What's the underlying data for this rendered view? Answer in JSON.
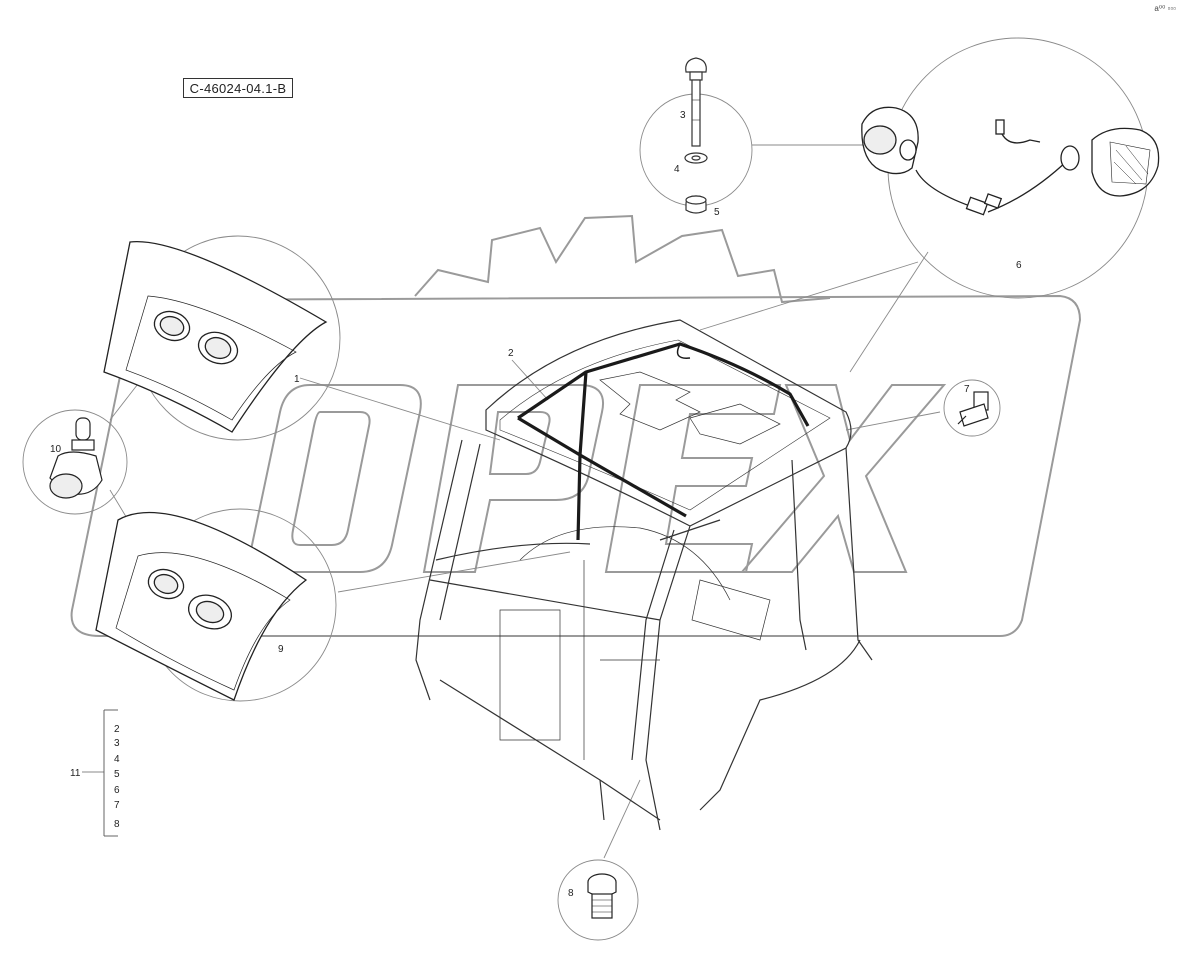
{
  "drawing": {
    "reference": "C-46024-04.1-B",
    "corner_mark": "a⁰⁰ ▫▫▫",
    "watermark": "OPEX"
  },
  "callouts": {
    "c1": "1",
    "c2": "2",
    "c3": "3",
    "c4": "4",
    "c5": "5",
    "c6": "6",
    "c7": "7",
    "c8": "8",
    "c9": "9",
    "c10": "10",
    "c11": "11"
  },
  "kit_group": {
    "label": "11",
    "items": [
      "2",
      "3",
      "4",
      "5",
      "6",
      "7",
      "8"
    ]
  },
  "colors": {
    "line": "#333333",
    "watermark": "#9a9a9a",
    "leader": "#8a8a8a",
    "harness": "#1a1a1a"
  }
}
